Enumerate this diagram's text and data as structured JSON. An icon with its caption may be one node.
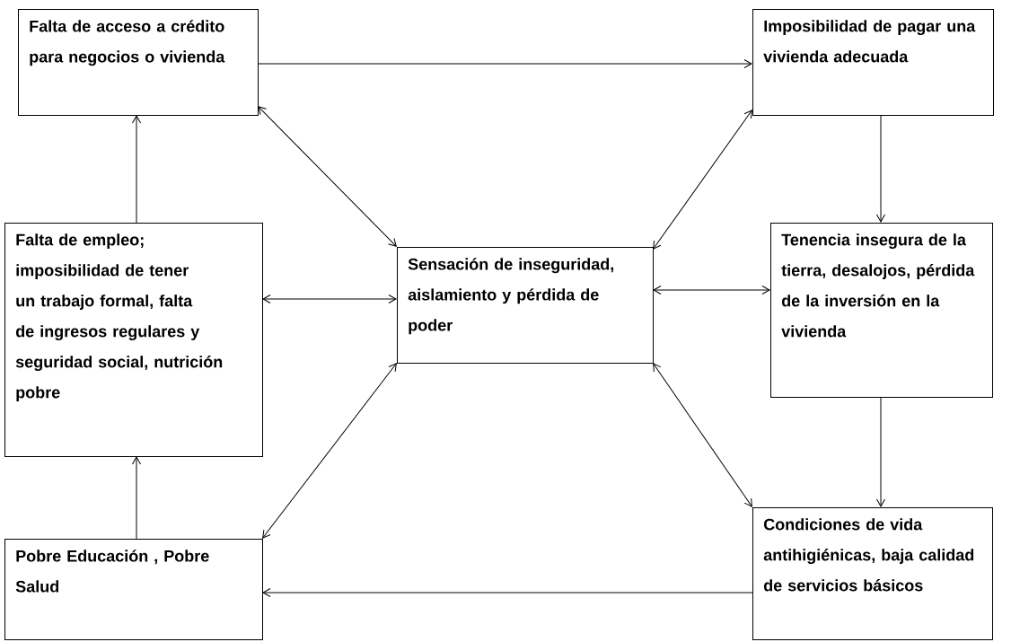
{
  "diagram": {
    "nodes": [
      {
        "text": [
          "Falta de acceso a crédito para negocios o vivienda"
        ]
      },
      {
        "text": [
          "Imposibilidad de pagar una vivienda adecuada"
        ]
      },
      {
        "text": [
          "Falta de empleo; imposibilidad de tener un trabajo formal, falta de ingresos regulares y seguridad social, nutrición pobre"
        ]
      },
      {
        "text": [
          "Sensación de inseguridad, aislamiento y pérdida de poder"
        ]
      },
      {
        "text": [
          "Tenencia insegura de la tierra, desalojos, pérdida de la inversión en la vivienda"
        ]
      },
      {
        "text": [
          "Pobre Educación , Pobre Salud"
        ]
      },
      {
        "text": [
          "Condiciones de vida antihigiénicas, baja calidad de servicios básicos"
        ]
      }
    ],
    "edges": [
      {
        "from": 0,
        "to": 1,
        "arrow": "to"
      },
      {
        "from": 1,
        "to": 4,
        "arrow": "to"
      },
      {
        "from": 4,
        "to": 6,
        "arrow": "to"
      },
      {
        "from": 6,
        "to": 5,
        "arrow": "to"
      },
      {
        "from": 5,
        "to": 2,
        "arrow": "to"
      },
      {
        "from": 2,
        "to": 0,
        "arrow": "to"
      },
      {
        "from": 3,
        "to": 0,
        "arrow": "both"
      },
      {
        "from": 3,
        "to": 1,
        "arrow": "both"
      },
      {
        "from": 3,
        "to": 2,
        "arrow": "both"
      },
      {
        "from": 3,
        "to": 4,
        "arrow": "both"
      },
      {
        "from": 3,
        "to": 5,
        "arrow": "both"
      },
      {
        "from": 3,
        "to": 6,
        "arrow": "both"
      }
    ]
  }
}
